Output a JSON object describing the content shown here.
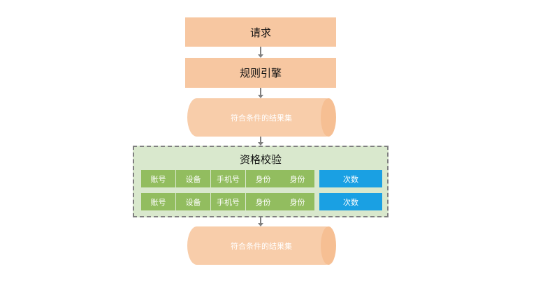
{
  "steps": {
    "request": "请求",
    "engine": "规则引擎"
  },
  "result_set_top": "符合条件的结果集",
  "qualification_check": {
    "title": "资格校验",
    "rows": [
      {
        "fields": [
          "账号",
          "设备",
          "手机号",
          "身份",
          "身份"
        ],
        "count": "次数"
      },
      {
        "fields": [
          "账号",
          "设备",
          "手机号",
          "身份",
          "身份"
        ],
        "count": "次数"
      }
    ]
  },
  "result_set_bottom": "符合条件的结果集",
  "colors": {
    "step_fill": "#f7c7a1",
    "cylinder_fill": "#f8cdaa",
    "group_fill": "#d9e8cd",
    "field_fill": "#92bd5f",
    "count_fill": "#1aa0e3",
    "arrow": "#7f7f7f"
  }
}
